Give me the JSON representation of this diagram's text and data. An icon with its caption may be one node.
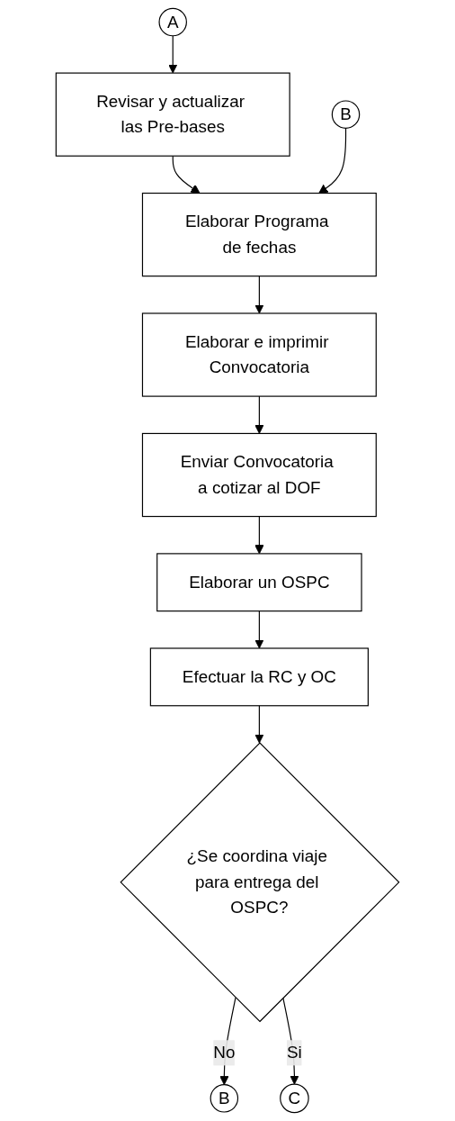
{
  "diagram": {
    "nodes": [
      {
        "text": [
          "A"
        ]
      },
      {
        "text": [
          "Revisar y actualizar las Pre-bases"
        ]
      },
      {
        "text": [
          "B"
        ]
      },
      {
        "text": [
          "Elaborar Programa de fechas"
        ]
      },
      {
        "text": [
          "Elaborar e imprimir Convocatoria"
        ]
      },
      {
        "text": [
          "Enviar Convocatoria a cotizar al DOF"
        ]
      },
      {
        "text": [
          "Elaborar un OSPC"
        ]
      },
      {
        "text": [
          "Efectuar la RC y OC"
        ]
      },
      {
        "text": [
          "¿Se coordina viaje para entrega del OSPC?"
        ]
      },
      {
        "text": [
          "B"
        ]
      },
      {
        "text": [
          "C"
        ]
      }
    ],
    "edges": [
      {
        "from": 0,
        "to": 1,
        "arrow": "to"
      },
      {
        "from": 1,
        "to": 3,
        "arrow": "to"
      },
      {
        "from": 2,
        "to": 3,
        "arrow": "to"
      },
      {
        "from": 3,
        "to": 4,
        "arrow": "to"
      },
      {
        "from": 4,
        "to": 5,
        "arrow": "to"
      },
      {
        "from": 5,
        "to": 6,
        "arrow": "to"
      },
      {
        "from": 6,
        "to": 7,
        "arrow": "to"
      },
      {
        "from": 7,
        "to": 8,
        "arrow": "to"
      },
      {
        "from": 8,
        "to": 9,
        "label": "No",
        "arrow": "to"
      },
      {
        "from": 8,
        "to": 10,
        "label": "Si",
        "arrow": "to"
      }
    ]
  }
}
